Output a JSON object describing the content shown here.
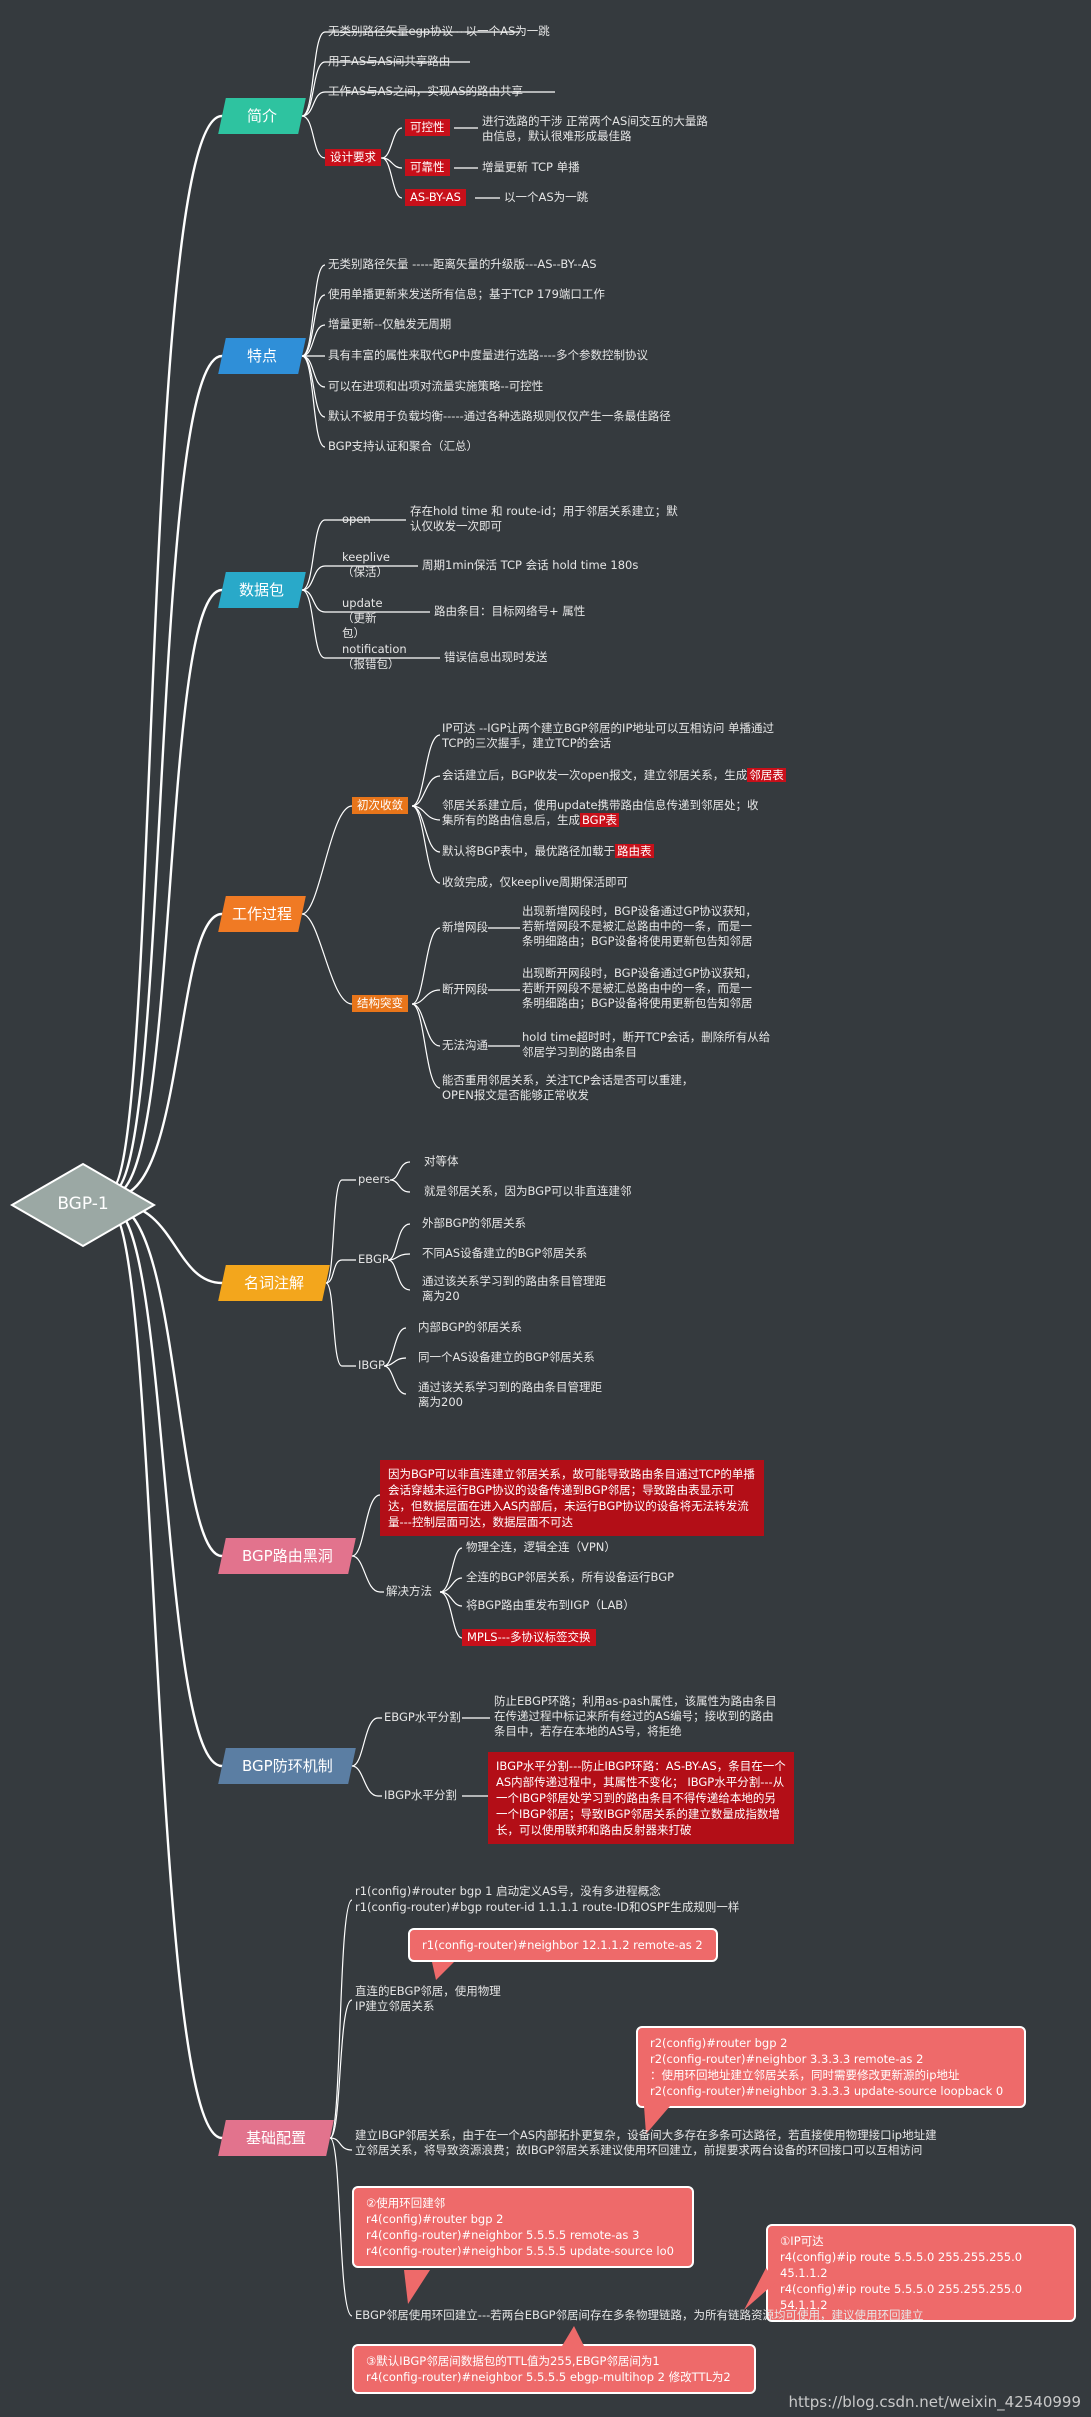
{
  "root": {
    "label": "BGP-1"
  },
  "branches": [
    {
      "label": "简介",
      "color": "#2ec3a0"
    },
    {
      "label": "特点",
      "color": "#2f8fd8"
    },
    {
      "label": "数据包",
      "color": "#29a9c9"
    },
    {
      "label": "工作过程",
      "color": "#f07a24"
    },
    {
      "label": "名词注解",
      "color": "#f3a61c"
    },
    {
      "label": "BGP路由黑洞",
      "color": "#e2738d"
    },
    {
      "label": "BGP防环机制",
      "color": "#5b7ea3"
    },
    {
      "label": "基础配置",
      "color": "#e2738d"
    }
  ],
  "intro": {
    "items": [
      "无类别路径矢量egp协议---以一个AS为一跳",
      "用于AS与AS间共享路由",
      "工作AS与AS之间，实现AS的路由共享"
    ],
    "design_label": "设计要求",
    "design": [
      {
        "tag": "可控性",
        "text": "进行选路的干涉  正常两个AS间交互的大量路由信息，默认很难形成最佳路"
      },
      {
        "tag": "可靠性",
        "text": "增量更新  TCP  单播"
      },
      {
        "tag": "AS-BY-AS",
        "text": "以一个AS为一跳"
      }
    ]
  },
  "features": {
    "items": [
      "无类别路径矢量 -----距离矢量的升级版---AS--BY--AS",
      "使用单播更新来发送所有信息；基于TCP 179端口工作",
      "增量更新--仅触发无周期",
      "具有丰富的属性来取代GP中度量进行选路----多个参数控制协议",
      "可以在进项和出项对流量实施策略--可控性",
      "默认不被用于负载均衡-----通过各种选路规则仅仅产生一条最佳路径",
      "BGP支持认证和聚合（汇总）"
    ]
  },
  "packets": {
    "items": [
      {
        "name": "open",
        "desc": "存在hold time 和 route-id；用于邻居关系建立；默认仅收发一次即可"
      },
      {
        "name": "keeplive （保活）",
        "desc": "周期1min保活 TCP 会话    hold time 180s"
      },
      {
        "name": "update （更新包）",
        "desc": "路由条目：目标网络号+ 属性"
      },
      {
        "name": "notification （报错包）",
        "desc": "错误信息出现时发送"
      }
    ]
  },
  "process": {
    "init_label": "初次收敛",
    "init": [
      {
        "pre": "IP可达 --IGP让两个建立BGP邻居的IP地址可以互相访问  单播通过TCP的三次握手，建立TCP的会话",
        "hl": "",
        "post": ""
      },
      {
        "pre": "会话建立后，BGP收发一次open报文，建立邻居关系，生成",
        "hl": "邻居表",
        "post": ""
      },
      {
        "pre": "邻居关系建立后，使用update携带路由信息传递到邻居处；收集所有的路由信息后，生成",
        "hl": "BGP表",
        "post": ""
      },
      {
        "pre": "默认将BGP表中，最优路径加载于",
        "hl": "路由表",
        "post": ""
      },
      {
        "pre": "收敛完成，仅keeplive周期保活即可",
        "hl": "",
        "post": ""
      }
    ],
    "change_label": "结构突变",
    "change": [
      {
        "name": "新增网段",
        "desc": "出现新增网段时，BGP设备通过GP协议获知，若新增网段不是被汇总路由中的一条，而是一条明细路由；BGP设备将使用更新包告知邻居"
      },
      {
        "name": "断开网段",
        "desc": "出现断开网段时，BGP设备通过GP协议获知，若断开网段不是被汇总路由中的一条，而是一条明细路由；BGP设备将使用更新包告知邻居"
      },
      {
        "name": "无法沟通",
        "desc": "hold time超时时，断开TCP会话，删除所有从给邻居学习到的路由条目"
      },
      {
        "name": "",
        "desc": "能否重用邻居关系，关注TCP会话是否可以重建，OPEN报文是否能够正常收发"
      }
    ]
  },
  "terms": {
    "peers": {
      "name": "peers",
      "items": [
        "对等体",
        "就是邻居关系，因为BGP可以非直连建邻"
      ]
    },
    "ebgp": {
      "name": "EBGP",
      "items": [
        "外部BGP的邻居关系",
        "不同AS设备建立的BGP邻居关系",
        "通过该关系学习到的路由条目管理距离为20"
      ]
    },
    "ibgp": {
      "name": "IBGP",
      "items": [
        "内部BGP的邻居关系",
        "同一个AS设备建立的BGP邻居关系",
        "通过该关系学习到的路由条目管理距离为200"
      ]
    }
  },
  "blackhole": {
    "desc": "因为BGP可以非直连建立邻居关系，故可能导致路由条目通过TCP的单播会话穿越未运行BGP协议的设备传递到BGP邻居；导致路由表显示可达，但数据层面在进入AS内部后，未运行BGP协议的设备将无法转发流量---控制层面可达，数据层面不可达",
    "solutions_label": "解决方法",
    "solutions": [
      "物理全连，逻辑全连（VPN）",
      "全连的BGP邻居关系，所有设备运行BGP",
      "将BGP路由重发布到IGP（LAB）"
    ],
    "solution_red": "MPLS---多协议标签交换"
  },
  "loop": {
    "ebgp_label": "EBGP水平分割",
    "ebgp_desc": "防止EBGP环路；利用as-pash属性，该属性为路由条目在传递过程中标记来所有经过的AS编号；接收到的路由条目中，若存在本地的AS号，将拒绝",
    "ibgp_label": "IBGP水平分割",
    "ibgp_desc": "IBGP水平分割---防止IBGP环路：AS-BY-AS，条目在一个AS内部传递过程中，其属性不变化；  IBGP水平分割---从一个IBGP邻居处学习到的路由条目不得传递给本地的另一个IBGP邻居；导致IBGP邻居关系的建立数量成指数增长，可以使用联邦和路由反射器来打破"
  },
  "config": {
    "line1": "r1(config)#router bgp 1   启动定义AS号，没有多进程概念",
    "line2": "r1(config-router)#bgp router-id 1.1.1.1    route-ID和OSPF生成规则一样",
    "callout1": "r1(config-router)#neighbor 12.1.1.2 remote-as 2",
    "direct": "直连的EBGP邻居，使用物理IP建立邻居关系",
    "callout2": [
      "r2(config)#router bgp 2",
      "r2(config-router)#neighbor 3.3.3.3 remote-as 2",
      "：使用环回地址建立邻居关系，同时需要修改更新源的ip地址",
      "r2(config-router)#neighbor 3.3.3.3 update-source loopback 0"
    ],
    "ibgp_note": "建立IBGP邻居关系，由于在一个AS内部拓扑更复杂，设备间大多存在多条可达路径，若直接使用物理接口ip地址建立邻居关系，将导致资源浪费；故IBGP邻居关系建议使用环回建立，前提要求两台设备的环回接口可以互相访问",
    "callout3": [
      "②使用环回建邻",
      "r4(config)#router bgp 2",
      "r4(config-router)#neighbor 5.5.5.5 remote-as 3",
      "r4(config-router)#neighbor 5.5.5.5 update-source lo0"
    ],
    "callout4": [
      "①IP可达",
      "r4(config)#ip route 5.5.5.0 255.255.255.0 45.1.1.2",
      "r4(config)#ip route 5.5.5.0 255.255.255.0 54.1.1.2"
    ],
    "ebgp_loop_note": "EBGP邻居使用环回建立---若两台EBGP邻居间存在多条物理链路，为所有链路资源均可使用，建议使用环回建立",
    "callout5": [
      "③默认IBGP邻居间数据包的TTL值为255,EBGP邻居间为1",
      "r4(config-router)#neighbor 5.5.5.5 ebgp-multihop 2  修改TTL为2"
    ]
  },
  "watermark": "https://blog.csdn.net/weixin_42540999"
}
